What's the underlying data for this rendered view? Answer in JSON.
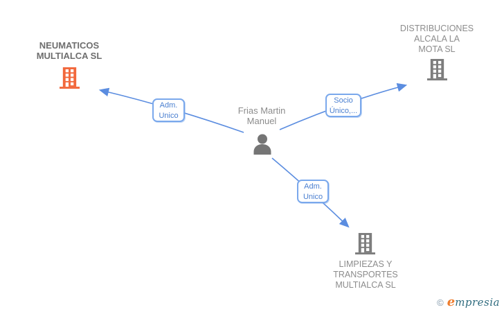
{
  "diagram": {
    "person": {
      "name": "Frias Martin\nManuel"
    },
    "companies": [
      {
        "name": "NEUMATICOS\nMULTIALCA SL",
        "icon": "building-icon",
        "emphasis": "primary",
        "icon_color": "#f2683c"
      },
      {
        "name": "DISTRIBUCIONES\nALCALA LA\nMOTA SL",
        "icon": "building-icon",
        "icon_color": "#7d7d7d"
      },
      {
        "name": "LIMPIEZAS Y\nTRANSPORTES\nMULTIALCA SL",
        "icon": "building-icon",
        "icon_color": "#7d7d7d"
      }
    ],
    "relations": [
      {
        "label": "Adm.\nUnico",
        "from": "Frias Martin Manuel",
        "to": "NEUMATICOS MULTIALCA SL"
      },
      {
        "label": "Socio\nÚnico,...",
        "from": "Frias Martin Manuel",
        "to": "DISTRIBUCIONES ALCALA LA MOTA SL"
      },
      {
        "label": "Adm.\nUnico",
        "from": "Frias Martin Manuel",
        "to": "LIMPIEZAS Y TRANSPORTES MULTIALCA SL"
      }
    ]
  },
  "watermark": {
    "copyright": "©",
    "brand_initial": "e",
    "brand_rest": "mpresia"
  },
  "colors": {
    "edge_blue": "#5b8de0",
    "relation_box_border": "#7aa8ec",
    "relation_box_text": "#4a7fd0",
    "primary_company_orange": "#f2683c",
    "node_gray": "#7d7d7d",
    "label_gray": "#8c8c8c",
    "primary_label_gray": "#6e6e6e",
    "brand_orange": "#ee7d2e",
    "brand_teal": "#2e6b7e"
  }
}
